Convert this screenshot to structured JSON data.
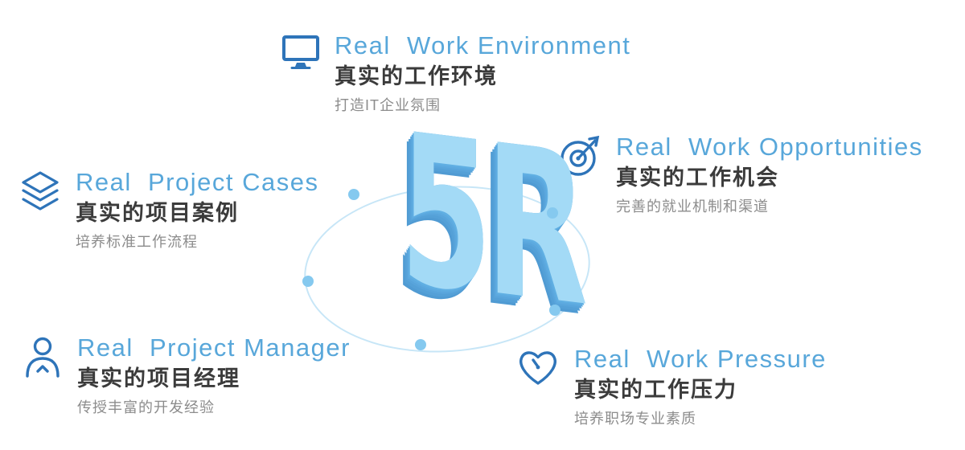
{
  "center": {
    "label": "5R"
  },
  "features": [
    {
      "icon": "monitor-icon",
      "title_en": "Real  Work Environment",
      "title_zh": "真实的工作环境",
      "desc": "打造IT企业氛围"
    },
    {
      "icon": "layers-icon",
      "title_en": "Real  Project Cases",
      "title_zh": "真实的项目案例",
      "desc": "培养标准工作流程"
    },
    {
      "icon": "target-arrow-icon",
      "title_en": "Real  Work Opportunities",
      "title_zh": "真实的工作机会",
      "desc": "完善的就业机制和渠道"
    },
    {
      "icon": "person-icon",
      "title_en": "Real  Project Manager",
      "title_zh": "真实的项目经理",
      "desc": "传授丰富的开发经验"
    },
    {
      "icon": "heart-gauge-icon",
      "title_en": "Real  Work Pressure",
      "title_zh": "真实的工作压力",
      "desc": "培养职场专业素质"
    }
  ],
  "colors": {
    "accent": "#58A7DA",
    "icon_blue": "#2E74B9",
    "title_dark": "#3B3B3B",
    "desc_gray": "#8C8C8C",
    "r5_light": "#A3DAF6",
    "r5_dark": "#5CA9DF",
    "orbit": "#C7E6F7",
    "dot": "#85C9EF"
  }
}
